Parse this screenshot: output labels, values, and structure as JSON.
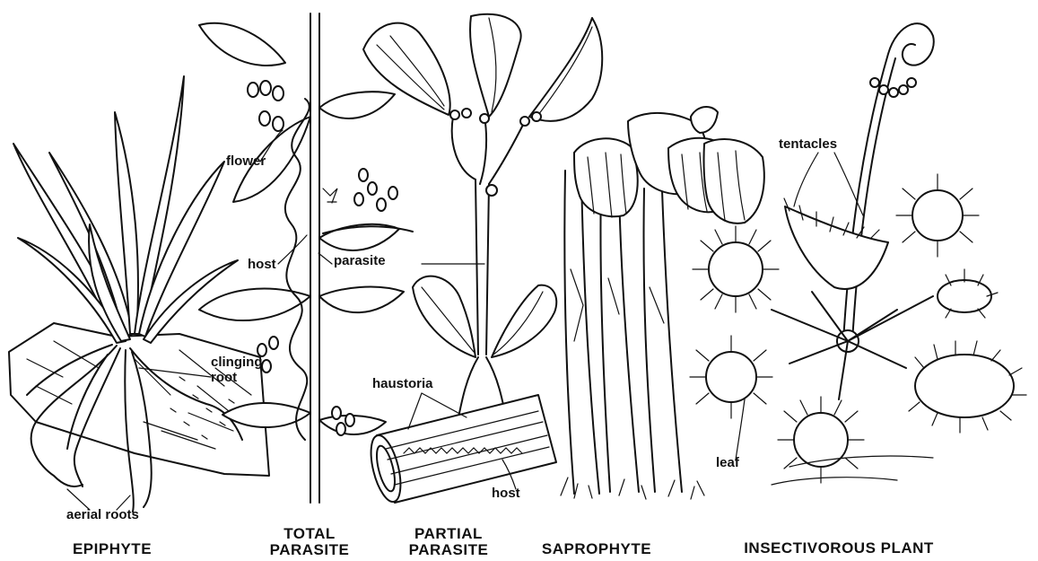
{
  "labels": {
    "flower": "flower",
    "host_total": "host",
    "parasite": "parasite",
    "clinging_root_1": "clinging",
    "clinging_root_2": "root",
    "haustoria": "haustoria",
    "host_partial": "host",
    "tentacles": "tentacles",
    "leaf": "leaf",
    "aerial_roots": "aerial roots"
  },
  "captions": {
    "epiphyte": "EPIPHYTE",
    "total_parasite_1": "TOTAL",
    "total_parasite_2": "PARASITE",
    "partial_parasite_1": "PARTIAL",
    "partial_parasite_2": "PARASITE",
    "saprophyte": "SAPROPHYTE",
    "insectivorous": "INSECTIVOROUS PLANT"
  },
  "colors": {
    "ink": "#111111",
    "paper": "#ffffff"
  }
}
